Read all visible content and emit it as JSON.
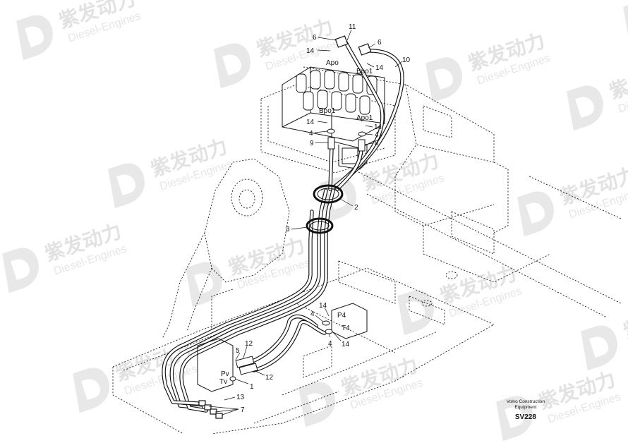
{
  "watermark": {
    "brand_cn": "紫发动力",
    "brand_en": "Diesel-Engines"
  },
  "callouts": [
    {
      "id": "c11a",
      "label": "11"
    },
    {
      "id": "c6a",
      "label": "6"
    },
    {
      "id": "c6b",
      "label": "6"
    },
    {
      "id": "c14a",
      "label": "14"
    },
    {
      "id": "c14b",
      "label": "14"
    },
    {
      "id": "c10",
      "label": "10"
    },
    {
      "id": "c14c",
      "label": "14"
    },
    {
      "id": "c14d",
      "label": "14"
    },
    {
      "id": "c4a",
      "label": "4"
    },
    {
      "id": "c4b",
      "label": "4"
    },
    {
      "id": "c9",
      "label": "9"
    },
    {
      "id": "c8",
      "label": "8"
    },
    {
      "id": "c2",
      "label": "2"
    },
    {
      "id": "c3",
      "label": "3"
    },
    {
      "id": "c4c",
      "label": "4"
    },
    {
      "id": "c14e",
      "label": "14"
    },
    {
      "id": "c4d",
      "label": "4"
    },
    {
      "id": "c14f",
      "label": "14"
    },
    {
      "id": "c5",
      "label": "5"
    },
    {
      "id": "c12a",
      "label": "12"
    },
    {
      "id": "c12b",
      "label": "12"
    },
    {
      "id": "c1",
      "label": "1"
    },
    {
      "id": "c13",
      "label": "13"
    },
    {
      "id": "c7",
      "label": "7"
    }
  ],
  "port_labels": [
    "Apo",
    "Bpo1",
    "Bpo1",
    "Apo1",
    "P4",
    "T4",
    "Pv",
    "Tv"
  ],
  "footer": {
    "brand_line1": "Volvo Construction",
    "brand_line2": "Equipment",
    "drawing_code": "SV228"
  }
}
